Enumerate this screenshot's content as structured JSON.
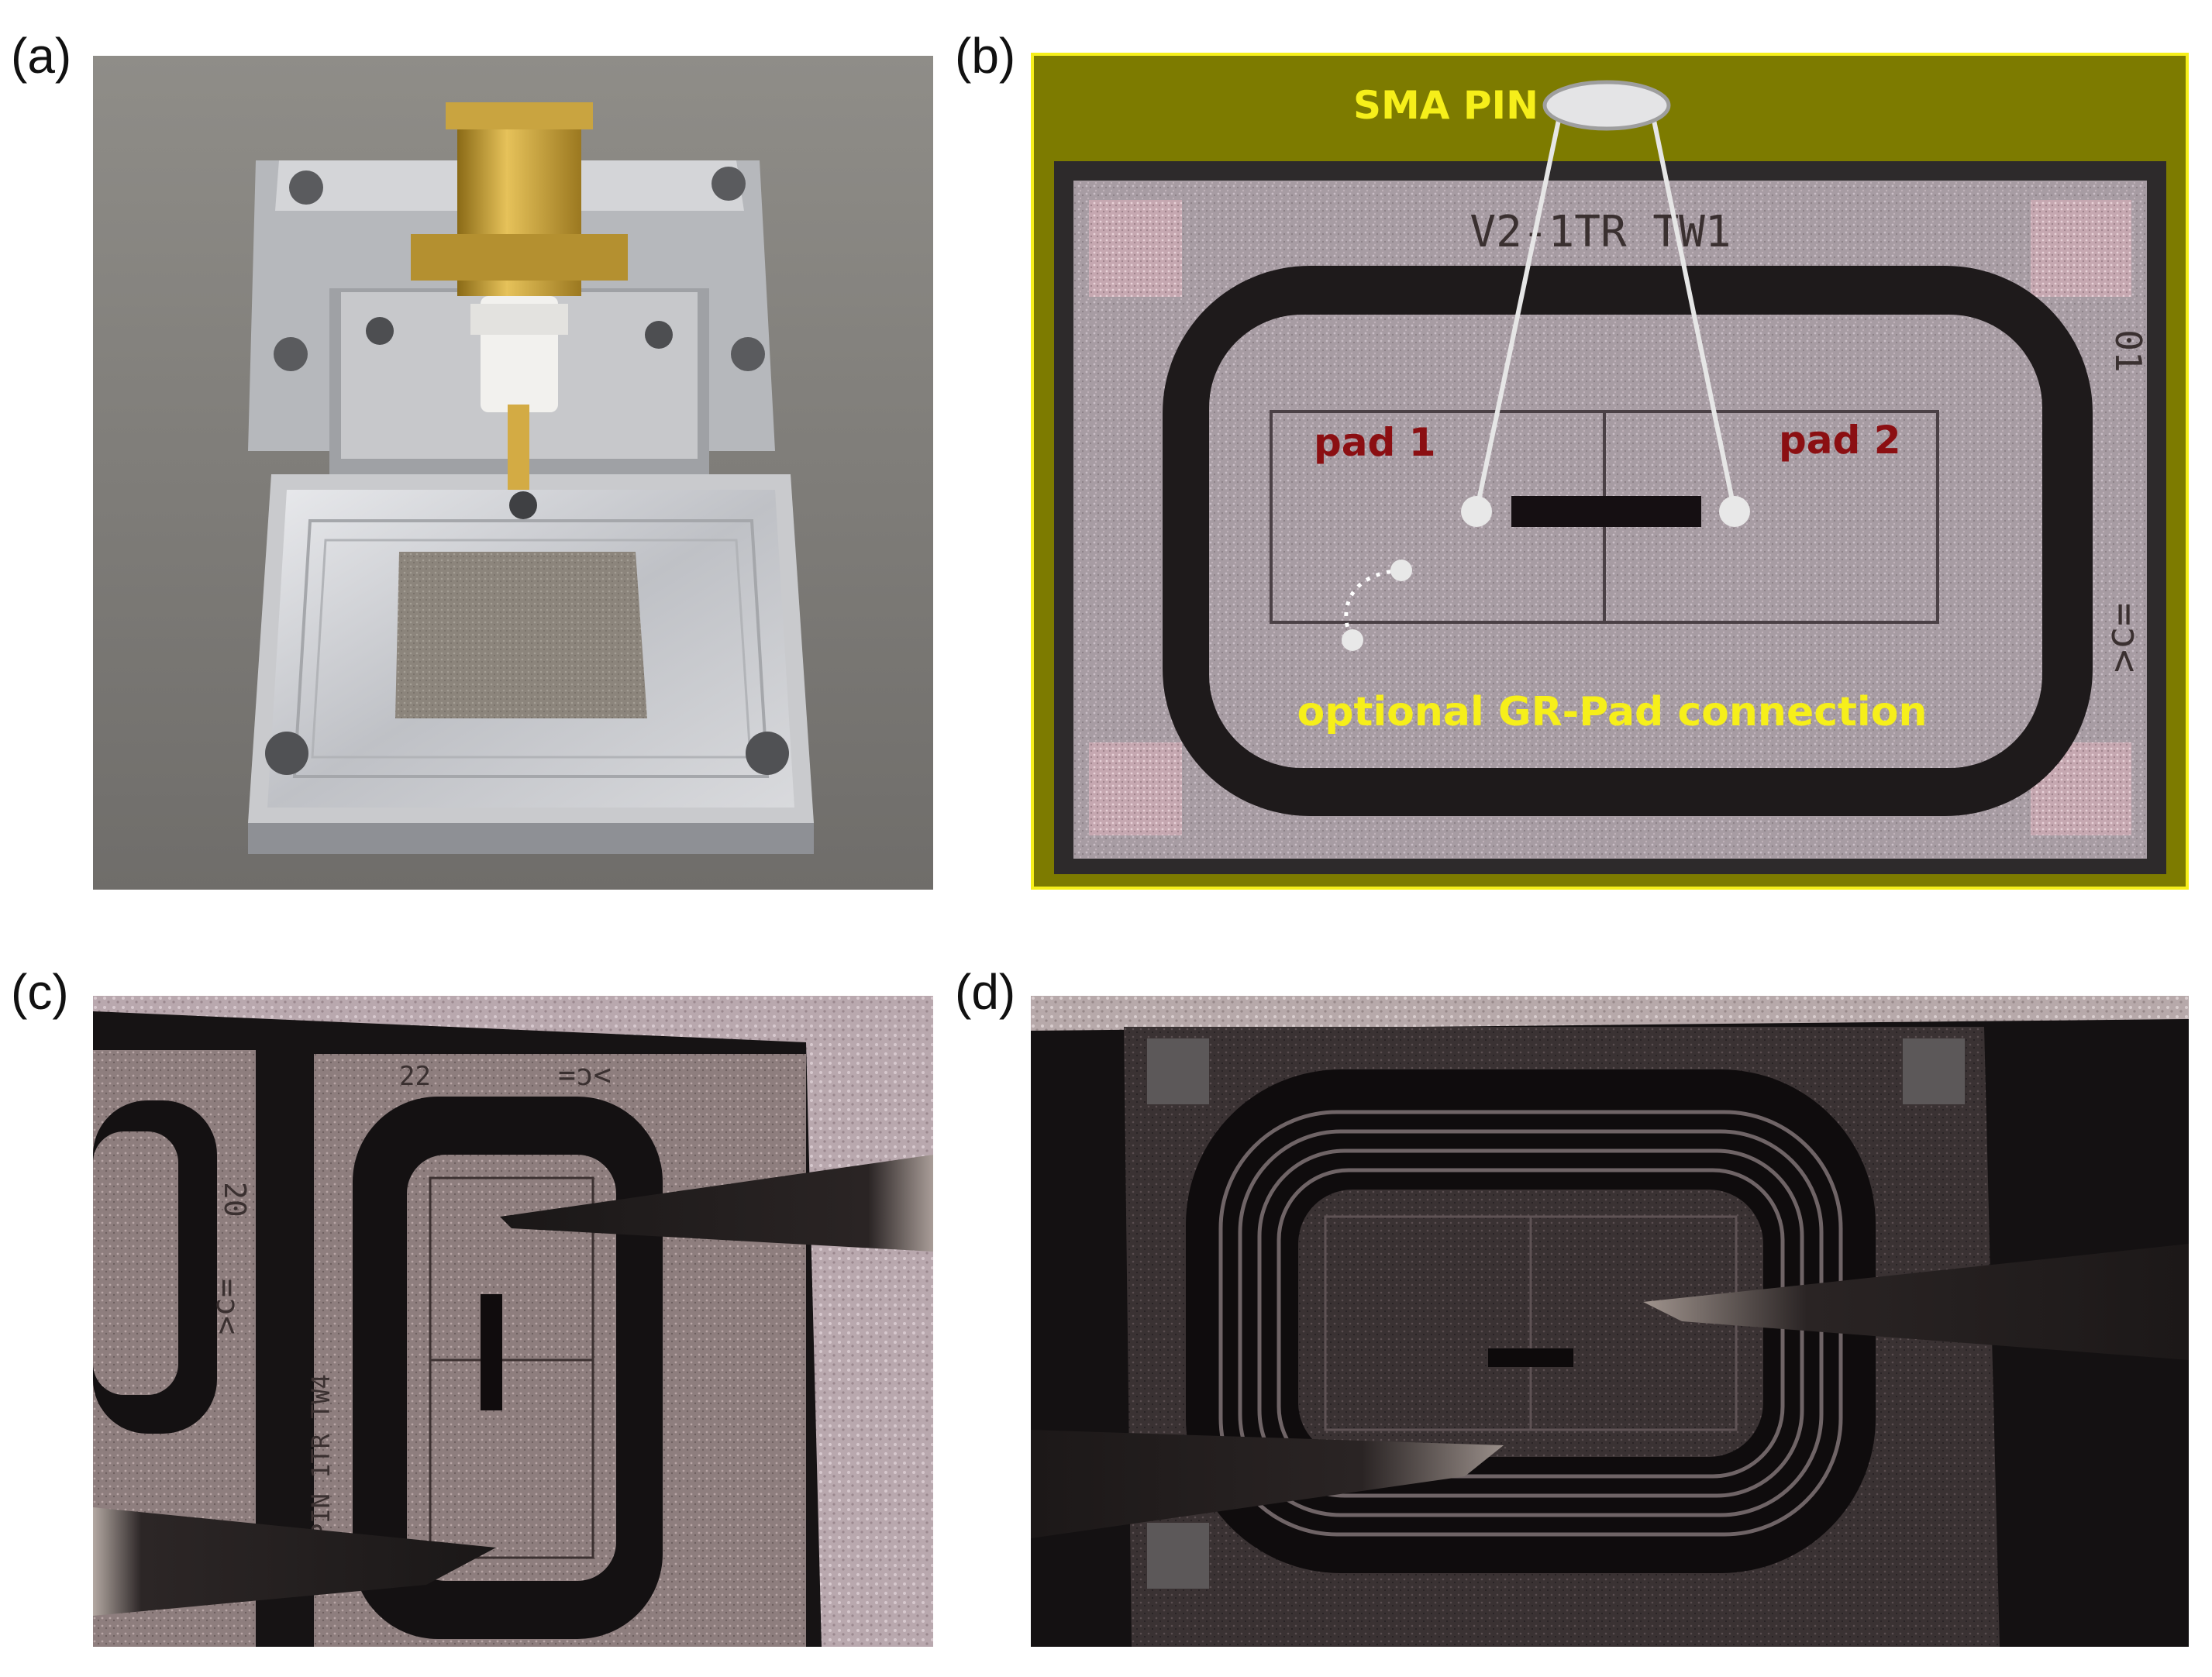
{
  "labels": {
    "a": "(a)",
    "b": "(b)",
    "c": "(c)",
    "d": "(d)"
  },
  "panel_b": {
    "sma_pin": "SMA PIN",
    "pad1": "pad 1",
    "pad2": "pad 2",
    "gr_connection": "optional GR-Pad connection",
    "chip_id": "V2-1TR TW1",
    "chip_number": "01",
    "logo_mark": "=ɔ<"
  },
  "panel_c": {
    "chip_id": "PIN 1TR TW4",
    "chip_number_left": "20",
    "chip_number_right": "22",
    "logo_mark": "=ɔ<"
  },
  "colors": {
    "annotation_yellow": "#f6ef1a",
    "annotation_red": "#8b0f12",
    "frame_olive": "#7d7b00"
  }
}
